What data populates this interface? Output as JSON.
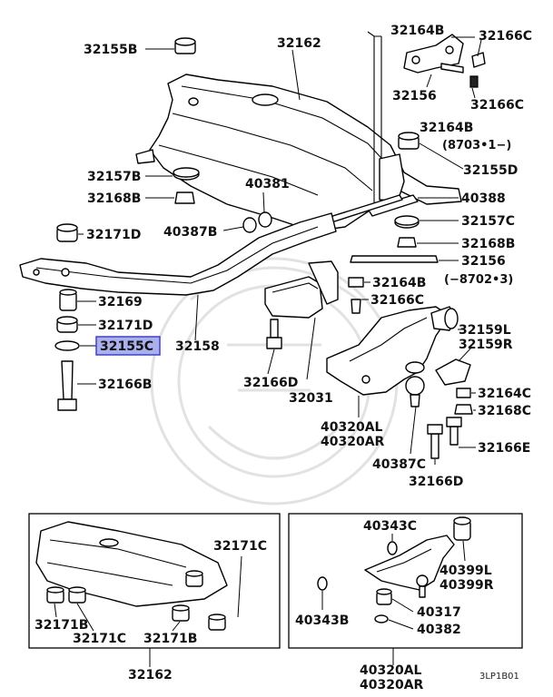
{
  "labels": {
    "p32155B": "32155B",
    "p32162_top": "32162",
    "p32164B_top": "32164B",
    "p32166C_a": "32166C",
    "p32156_a": "32156",
    "p32166C_b": "32166C",
    "p32164B_b": "32164B",
    "note_8703": "(8703•1−)",
    "p32155D": "32155D",
    "p32157B": "32157B",
    "p40381": "40381",
    "p32168B_l": "32168B",
    "p40388": "40388",
    "p40387B": "40387B",
    "p32157C": "32157C",
    "p32171D_a": "32171D",
    "p32168B_r": "32168B",
    "p32156_b": "32156",
    "note_8702": "(−8702•3)",
    "p32164B_c": "32164B",
    "p32169": "32169",
    "p32166C_c": "32166C",
    "p32171D_b": "32171D",
    "p32159L": "32159L",
    "p32159R": "32159R",
    "p32155C": "32155C",
    "p32158": "32158",
    "p32166B": "32166B",
    "p32164C": "32164C",
    "p32166D_a": "32166D",
    "p32168C": "32168C",
    "p32031": "32031",
    "p40320AL": "40320AL",
    "p40320AR": "40320AR",
    "p32166E": "32166E",
    "p40387C": "40387C",
    "p32166D_b": "32166D",
    "inset_left": {
      "p32171C_a": "32171C",
      "p32171B_a": "32171B",
      "p32171C_b": "32171C",
      "p32171B_b": "32171B",
      "p32162": "32162"
    },
    "inset_right": {
      "p40343C": "40343C",
      "p40399L": "40399L",
      "p40399R": "40399R",
      "p40317": "40317",
      "p40343B": "40343B",
      "p40382": "40382",
      "p40320AL": "40320AL",
      "p40320AR": "40320AR"
    },
    "diagram_code": "3LP1B01"
  },
  "highlight_color": "#aab0ee",
  "highlighted_part": "32155C"
}
